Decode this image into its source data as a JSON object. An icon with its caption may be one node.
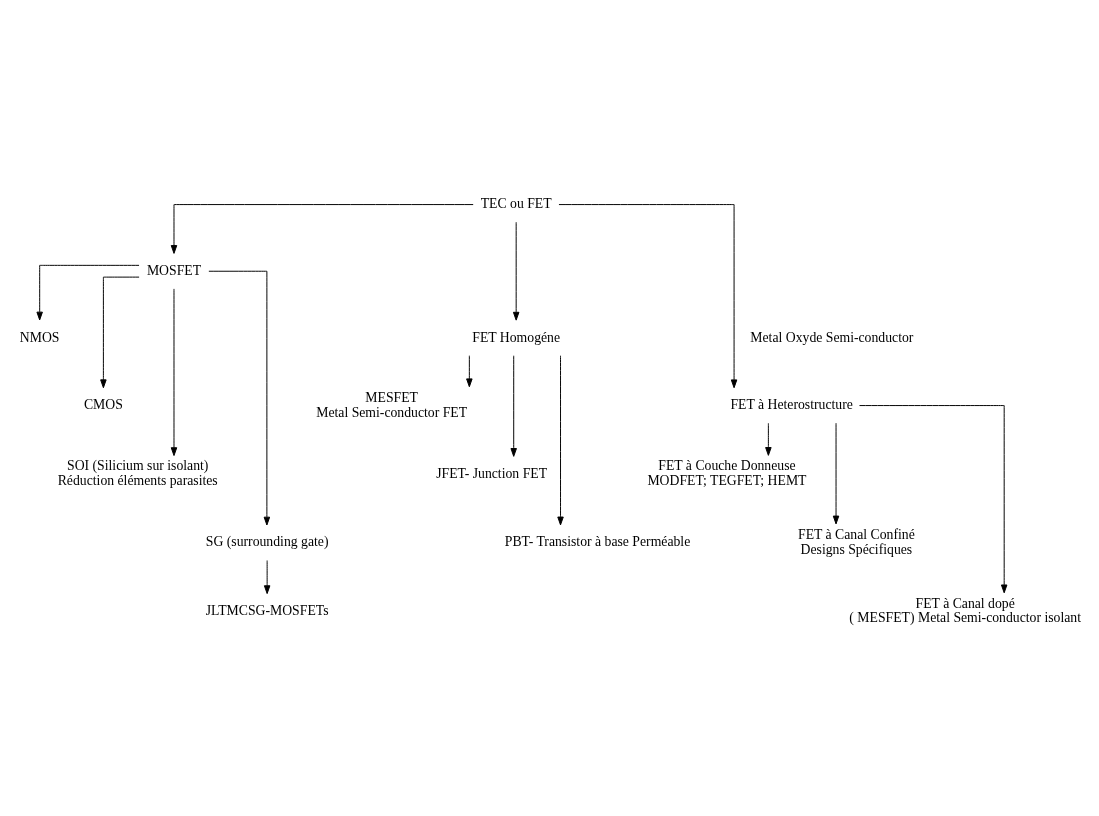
{
  "diagram": {
    "nodes": [
      {
        "text": [
          "TEC ou FET"
        ]
      },
      {
        "text": [
          "MOSFET"
        ]
      },
      {
        "text": [
          "FET Homogéne"
        ]
      },
      {
        "text": [
          "FET à Heterostructure"
        ]
      },
      {
        "text": [
          "NMOS"
        ]
      },
      {
        "text": [
          "CMOS"
        ]
      },
      {
        "text": [
          "SOI (Silicium sur isolant)"
        ],
        "beside": [
          "Réduction éléments parasites"
        ]
      },
      {
        "text": [
          "SG (surrounding gate)"
        ]
      },
      {
        "text": [
          "JLTMCSG-MOSFETs"
        ]
      },
      {
        "text": [
          "MESFET",
          "Metal Semi-conductor FET"
        ]
      },
      {
        "text": [
          "JFET- Junction FET"
        ]
      },
      {
        "text": [
          "PBT- Transistor à base Perméable"
        ]
      },
      {
        "text": [
          "FET à Couche Donneuse",
          "MODFET; TEGFET; HEMT"
        ]
      },
      {
        "text": [
          "FET à Canal Confiné",
          "Designs Spécifiques"
        ]
      },
      {
        "text": [
          "FET à Canal dopé",
          "( MESFET) Metal Semi-conductor isolant"
        ]
      }
    ],
    "edges": [
      {
        "from": 0,
        "to": 1,
        "arrow": "to"
      },
      {
        "from": 0,
        "to": 2,
        "arrow": "to"
      },
      {
        "from": 0,
        "to": 3,
        "arrow": "to"
      },
      {
        "from": 1,
        "to": 4,
        "arrow": "to"
      },
      {
        "from": 1,
        "to": 5,
        "arrow": "to"
      },
      {
        "from": 1,
        "to": 6,
        "arrow": "to"
      },
      {
        "from": 1,
        "to": 7,
        "arrow": "to"
      },
      {
        "from": 7,
        "to": 8,
        "arrow": "to"
      },
      {
        "from": 2,
        "to": 9,
        "arrow": "to"
      },
      {
        "from": 2,
        "to": 10,
        "arrow": "to"
      },
      {
        "from": 2,
        "to": 11,
        "arrow": "to"
      },
      {
        "from": 3,
        "to": 12,
        "arrow": "to"
      },
      {
        "from": 3,
        "to": 13,
        "arrow": "to"
      },
      {
        "from": 3,
        "to": 14,
        "arrow": "to"
      }
    ],
    "labels": [
      "Metal Oxyde Semi-conductor"
    ]
  }
}
